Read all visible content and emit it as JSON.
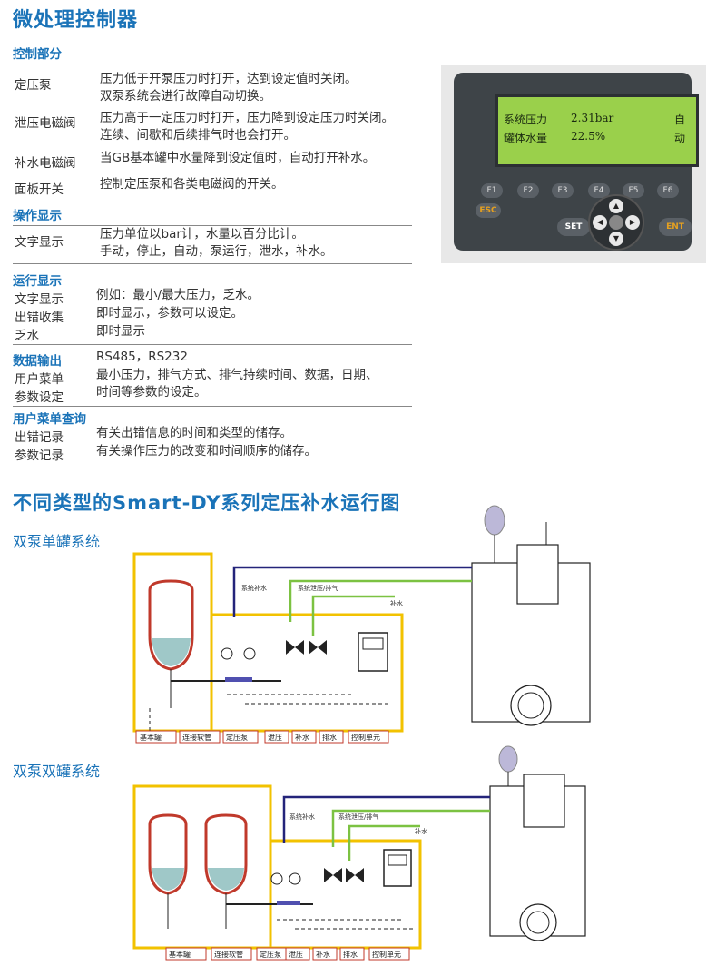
{
  "title": "微处理控制器",
  "sections": {
    "control": {
      "heading": "控制部分",
      "rows": [
        {
          "label": "定压泵",
          "lines": [
            "压力低于开泵压力时打开，达到设定值时关闭。",
            "双泵系统会进行故障自动切换。"
          ]
        },
        {
          "label": "泄压电磁阀",
          "lines": [
            "压力高于一定压力时打开，压力降到设定压力时关闭。",
            "连续、间歇和后续排气时也会打开。"
          ]
        },
        {
          "label": "补水电磁阀",
          "lines": [
            "当GB基本罐中水量降到设定值时，自动打开补水。"
          ]
        },
        {
          "label": "面板开关",
          "lines": [
            "控制定压泵和各类电磁阀的开关。"
          ]
        }
      ]
    },
    "operation": {
      "heading": "操作显示",
      "rows": [
        {
          "label": "文字显示",
          "lines": [
            "压力单位以bar计，水量以百分比计。",
            "手动，停止，自动，泵运行，泄水，补水。"
          ]
        }
      ]
    },
    "running": {
      "heading": "运行显示",
      "rows": [
        {
          "label": "文字显示",
          "value": "例如：最小/最大压力，乏水。"
        },
        {
          "label": "出错收集",
          "value": "即时显示，参数可以设定。"
        },
        {
          "label": "乏水",
          "value": "即时显示"
        }
      ]
    },
    "data_output": {
      "heading": "数据输出",
      "heading_value": "RS485，RS232",
      "label_1": "用户菜单",
      "label_2": "参数设定",
      "lines": [
        "最小压力，排气方式、排气持续时间、数据，日期、",
        "时间等参数的设定。"
      ]
    },
    "user_menu": {
      "heading": "用户菜单查询",
      "rows": [
        {
          "label": "出错记录",
          "value": "有关出错信息的时间和类型的储存。"
        },
        {
          "label": "参数记录",
          "value": "有关操作压力的改变和时间顺序的储存。"
        }
      ]
    }
  },
  "controller": {
    "lcd": {
      "row1_label": "系统压力",
      "row1_value": "2.31bar",
      "row1_mode": "自",
      "row2_label": "罐体水量",
      "row2_value": "22.5%",
      "row2_mode": "动"
    },
    "fkeys": [
      "F1",
      "F2",
      "F3",
      "F4",
      "F5",
      "F6"
    ],
    "esc": "ESC",
    "set": "SET",
    "ent": "ENT"
  },
  "diagram_title": "不同类型的Smart-DY系列定压补水运行图",
  "diagram1": {
    "subtitle": "双泵单罐系统",
    "labels": {
      "supply": "系统补水",
      "pressure": "系统泄压/排气",
      "water": "补水"
    },
    "legend": [
      "基本罐",
      "连接软管",
      "定压泵",
      "泄压",
      "补水",
      "排水",
      "控制单元"
    ]
  },
  "diagram2": {
    "subtitle": "双泵双罐系统",
    "labels": {
      "supply": "系统补水",
      "pressure": "系统泄压/排气",
      "water": "补水"
    },
    "legend": [
      "基本罐",
      "连接软管",
      "定压泵",
      "泄压",
      "补水",
      "排水",
      "控制单元"
    ]
  },
  "colors": {
    "accent": "#1a73b8",
    "lcd": "#9ad04b",
    "tank": "#c0392b",
    "yellow": "#f2c200",
    "navy": "#24247a",
    "green": "#7cc242"
  }
}
